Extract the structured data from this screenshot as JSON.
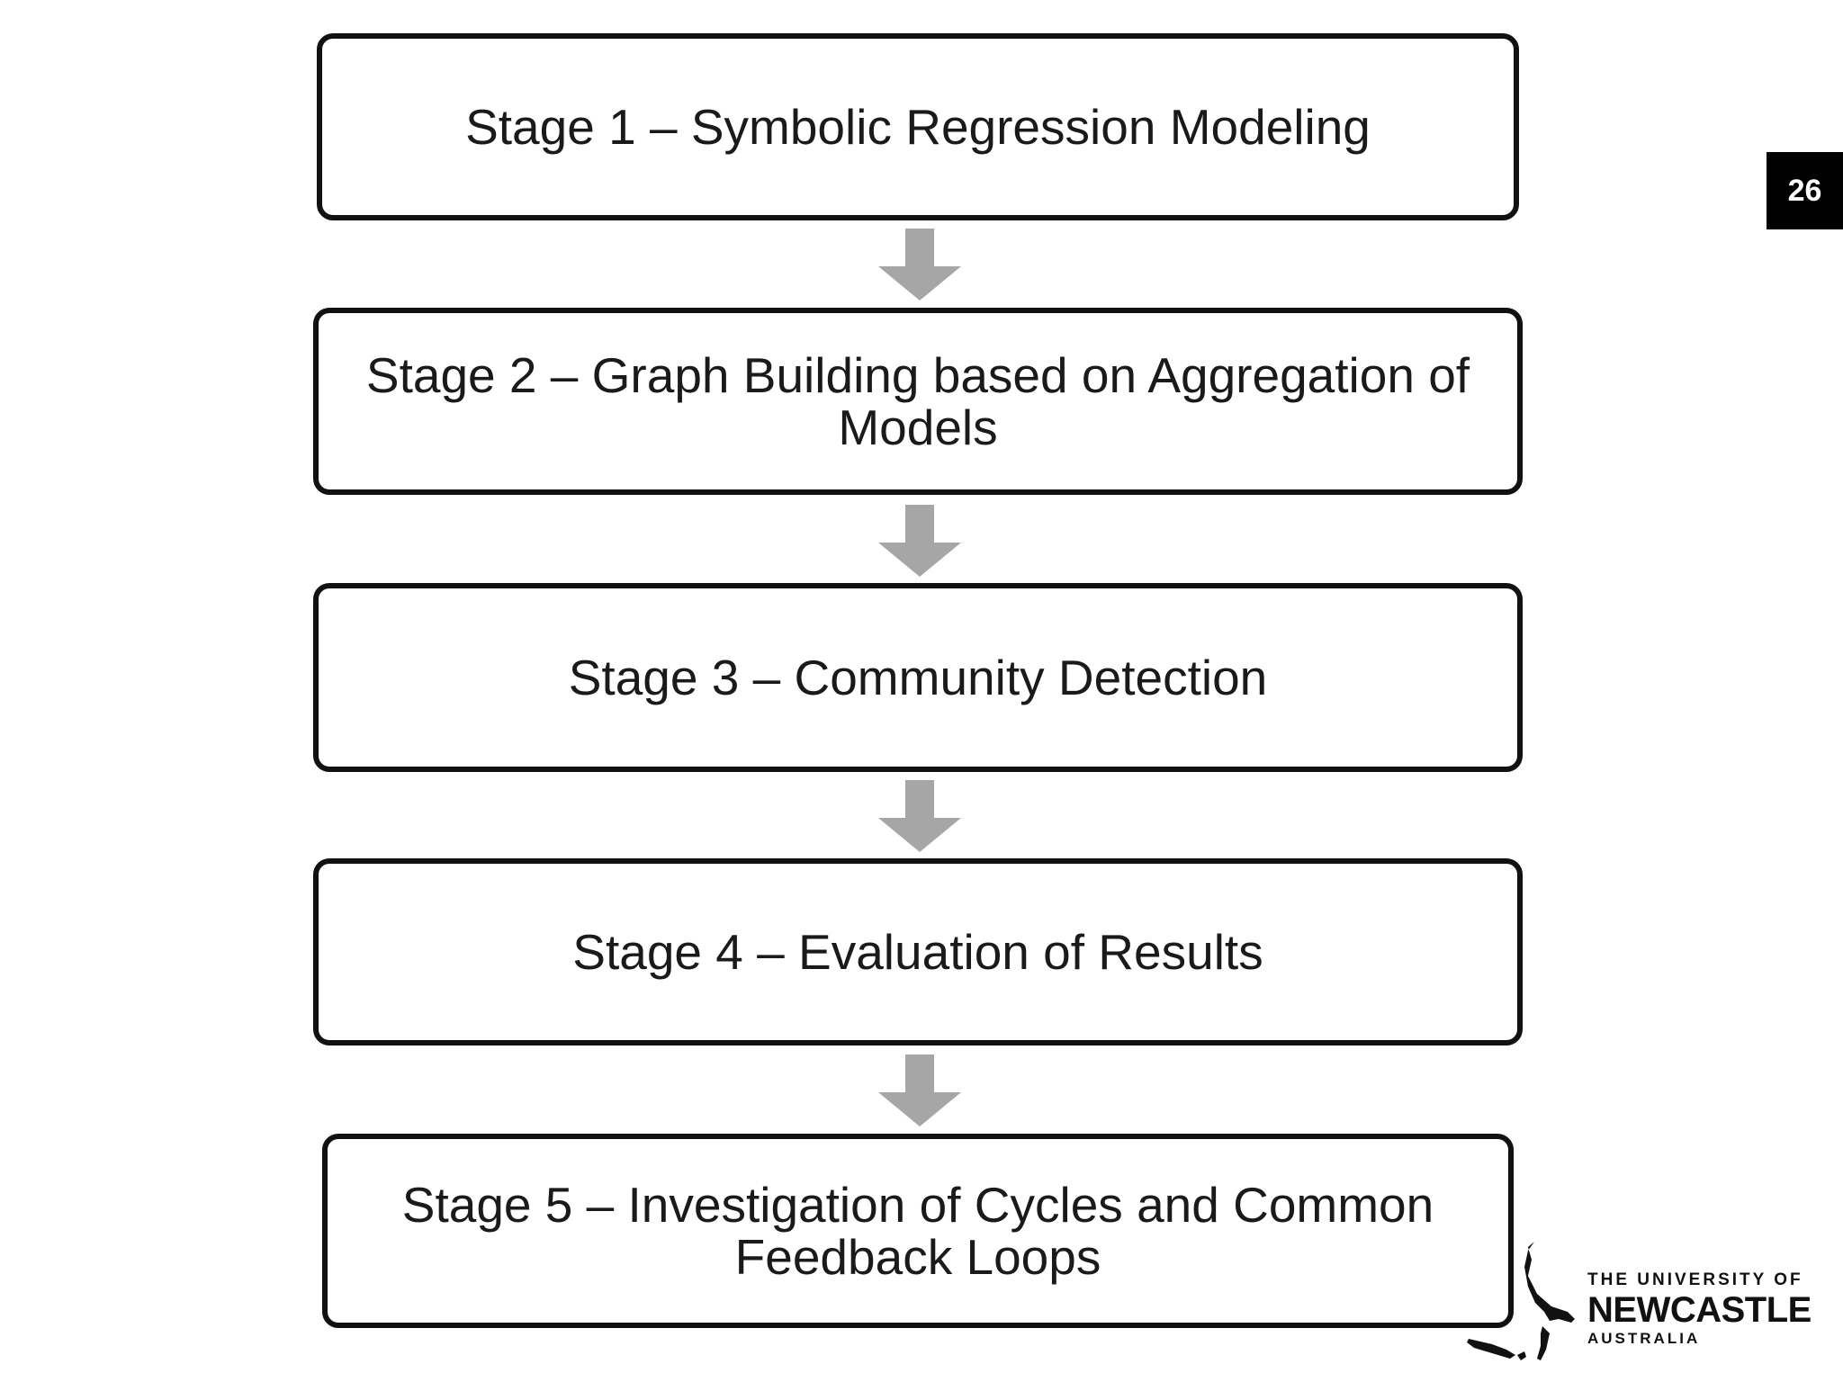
{
  "diagram": {
    "stages": [
      {
        "label": "Stage 1 – Symbolic Regression Modeling"
      },
      {
        "label": "Stage 2 – Graph Building based on Aggregation of Models"
      },
      {
        "label": "Stage 3 – Community Detection"
      },
      {
        "label": "Stage 4 – Evaluation of Results"
      },
      {
        "label": "Stage 5 – Investigation of Cycles and Common Feedback Loops"
      }
    ],
    "arrow_color": "#a6a6a6",
    "border_color": "#111111"
  },
  "slide": {
    "page_number": "26"
  },
  "logo": {
    "line1": "THE UNIVERSITY OF",
    "line2": "NEWCASTLE",
    "line3": "AUSTRALIA"
  }
}
